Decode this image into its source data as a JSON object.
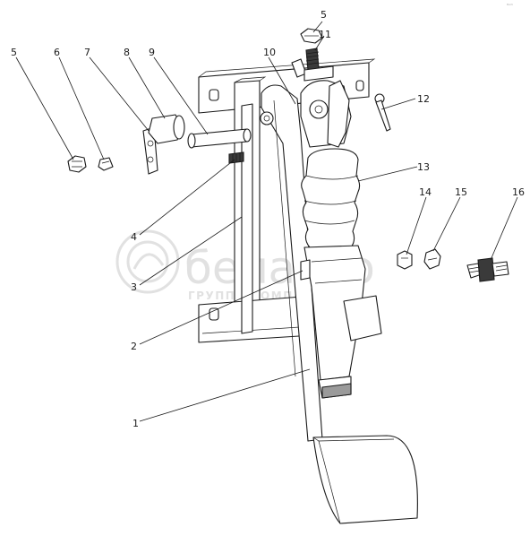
{
  "watermark": {
    "brand": "белагро",
    "tagline": "ГРУППА КОМПАНИЙ"
  },
  "corner_mark": "ᴮᴬᴳ",
  "callouts": [
    {
      "id": "c1",
      "label": "1"
    },
    {
      "id": "c2",
      "label": "2"
    },
    {
      "id": "c3",
      "label": "3"
    },
    {
      "id": "c4",
      "label": "4"
    },
    {
      "id": "c5a",
      "label": "5"
    },
    {
      "id": "c5b",
      "label": "5"
    },
    {
      "id": "c6",
      "label": "6"
    },
    {
      "id": "c7",
      "label": "7"
    },
    {
      "id": "c8",
      "label": "8"
    },
    {
      "id": "c9",
      "label": "9"
    },
    {
      "id": "c10",
      "label": "10"
    },
    {
      "id": "c11",
      "label": "11"
    },
    {
      "id": "c12",
      "label": "12"
    },
    {
      "id": "c13",
      "label": "13"
    },
    {
      "id": "c14",
      "label": "14"
    },
    {
      "id": "c15",
      "label": "15"
    },
    {
      "id": "c16",
      "label": "16"
    }
  ]
}
